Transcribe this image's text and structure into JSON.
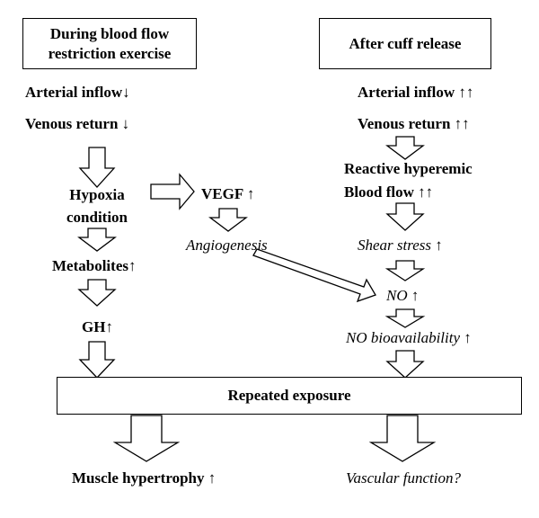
{
  "left_panel": {
    "title_line1": "During blood flow",
    "title_line2": "restriction exercise",
    "arterial": "Arterial inflow↓",
    "venous": "Venous return ↓",
    "hypoxia_line1": "Hypoxia",
    "hypoxia_line2": "condition",
    "metabolites": "Metabolites↑",
    "gh": "GH↑"
  },
  "middle": {
    "vegf": "VEGF ↑",
    "angiogenesis": "Angiogenesis"
  },
  "right_panel": {
    "title": "After cuff release",
    "arterial": "Arterial inflow ↑↑",
    "venous": "Venous return ↑↑",
    "reactive": "Reactive hyperemic",
    "bloodflow": "Blood flow ↑↑",
    "shear": "Shear stress ↑",
    "no": "NO ↑",
    "no_bio": "NO bioavailability ↑"
  },
  "bottom": {
    "repeated": "Repeated exposure",
    "hypertrophy": "Muscle hypertrophy ↑",
    "vascular": "Vascular function?"
  }
}
